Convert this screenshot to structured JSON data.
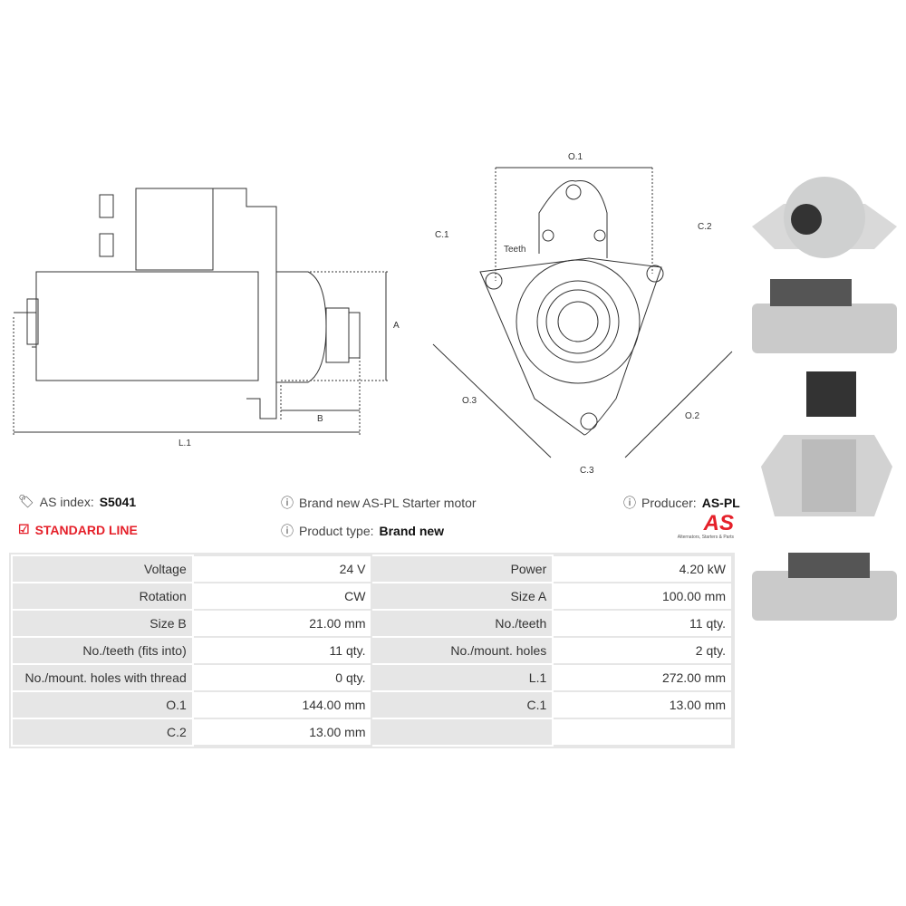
{
  "drawings": {
    "side": {
      "A": "A",
      "B": "B",
      "L1": "L.1"
    },
    "front": {
      "O1": "O.1",
      "O2": "O.2",
      "O3": "O.3",
      "C1": "C.1",
      "C2": "C.2",
      "C3": "C.3",
      "teeth": "Teeth"
    }
  },
  "info": {
    "as_index_label": "AS index:",
    "as_index_value": "S5041",
    "line": "STANDARD LINE",
    "description": "Brand new AS-PL Starter motor",
    "product_type_label": "Product type:",
    "product_type_value": "Brand new",
    "producer_label": "Producer:",
    "producer_value": "AS-PL",
    "logo_text": "AS",
    "logo_tagline": "Alternators, Starters & Parts"
  },
  "colors": {
    "accent": "#e5202a",
    "label_bg": "#e6e6e6"
  },
  "specs": [
    [
      "Voltage",
      "24 V",
      "Power",
      "4.20 kW"
    ],
    [
      "Rotation",
      "CW",
      "Size A",
      "100.00 mm"
    ],
    [
      "Size B",
      "21.00 mm",
      "No./teeth",
      "11 qty."
    ],
    [
      "No./teeth (fits into)",
      "11 qty.",
      "No./mount. holes",
      "2 qty."
    ],
    [
      "No./mount. holes with thread",
      "0 qty.",
      "L.1",
      "272.00 mm"
    ],
    [
      "O.1",
      "144.00 mm",
      "C.1",
      "13.00 mm"
    ],
    [
      "C.2",
      "13.00 mm",
      "",
      ""
    ]
  ]
}
